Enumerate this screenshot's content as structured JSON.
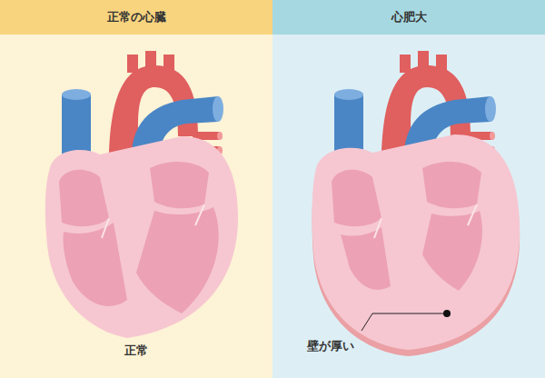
{
  "diagram": {
    "nodes": [
      {
        "text": [
          "正常の心臓"
        ]
      },
      {
        "text": [
          "心肥大"
        ]
      }
    ],
    "labels": [
      "正常",
      "壁が厚い"
    ]
  }
}
